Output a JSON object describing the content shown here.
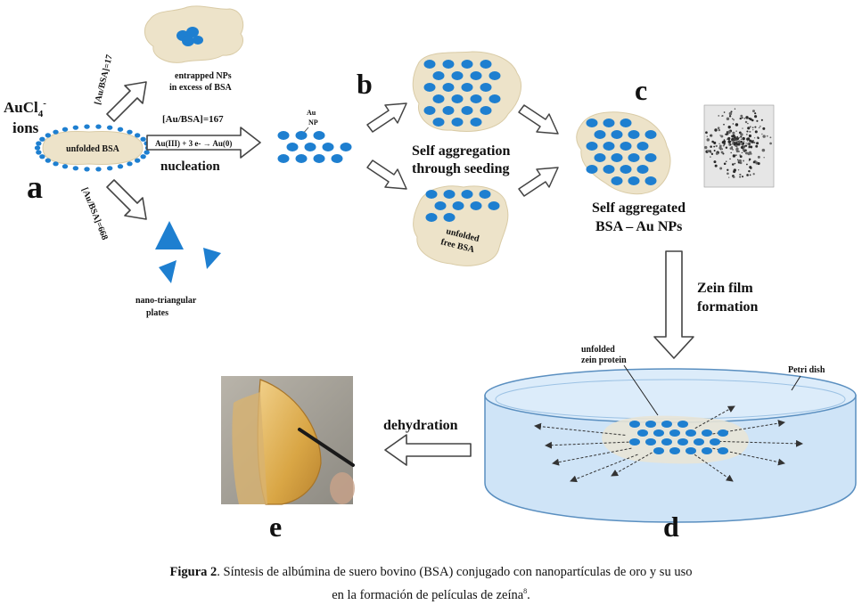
{
  "panels": {
    "a": "a",
    "b": "b",
    "c": "c",
    "d": "d",
    "e": "e"
  },
  "labels": {
    "aucl4": "AuCl",
    "aucl4_sub": "4",
    "aucl4_sup": "-",
    "ions": "ions",
    "unfolded_bsa": "unfolded BSA",
    "ratio_top": "[Au/BSA]=17",
    "ratio_mid": "[Au/BSA]=167",
    "reaction": "Au(III) + 3 e- → Au(0)",
    "nucleation": "nucleation",
    "ratio_bottom": "[Au/BSA]=668",
    "entrapped_line1": "entrapped NPs",
    "entrapped_line2": "in excess of BSA",
    "nano_line1": "nano-triangular",
    "nano_line2": "plates",
    "au": "Au",
    "np": "NP",
    "self_agg_line1": "Self aggregation",
    "self_agg_line2": "through seeding",
    "unfolded_free_line1": "unfolded",
    "unfolded_free_line2": "free BSA",
    "self_aggregated_line1": "Self aggregated",
    "self_aggregated_line2": "BSA – Au NPs",
    "zein_line1": "Zein film",
    "zein_line2": "formation",
    "unfolded_zein_line1": "unfolded",
    "unfolded_zein_line2": "zein protein",
    "petri": "Petri dish",
    "dehydration": "dehydration"
  },
  "caption": {
    "label": "Figura 2",
    "text_line1": ". Síntesis de albúmina de suero bovino (BSA) conjugado con nanopartículas de oro y su uso",
    "text_line2": "en la formación de películas de zeína",
    "ref": "8",
    "end": "."
  },
  "colors": {
    "np_blue": "#1e7fd0",
    "bsa_beige": "#ede3c9",
    "petri_blue": "#cfe4f7",
    "film_amber": "#d9a645"
  }
}
